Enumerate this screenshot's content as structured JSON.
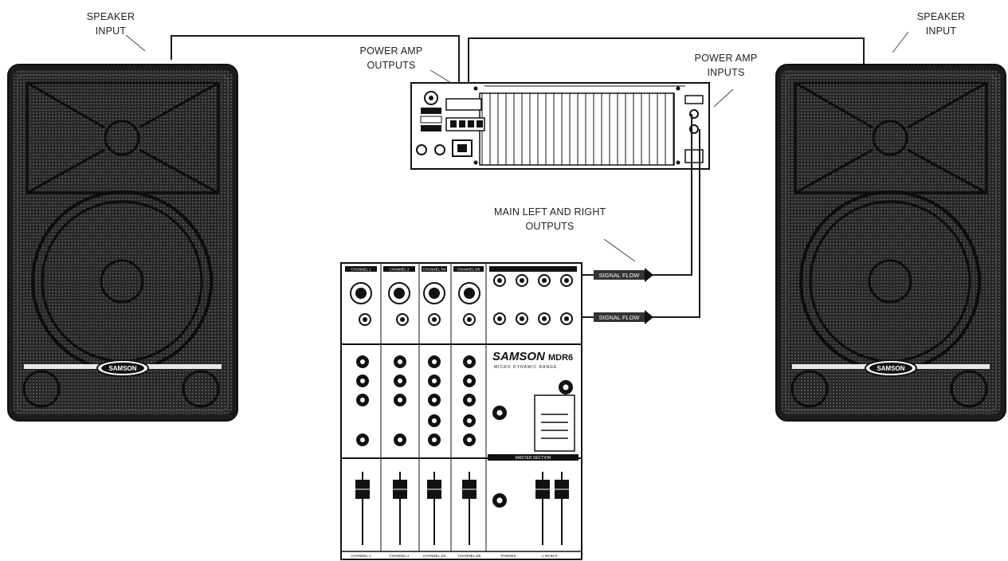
{
  "labels": {
    "speaker_input_left": [
      "SPEAKER",
      "INPUT"
    ],
    "speaker_input_right": [
      "SPEAKER",
      "INPUT"
    ],
    "power_amp_outputs": [
      "POWER AMP",
      "OUTPUTS"
    ],
    "power_amp_inputs": [
      "POWER AMP",
      "INPUTS"
    ],
    "main_outputs": [
      "MAIN LEFT AND RIGHT",
      "OUTPUTS"
    ]
  },
  "signal_flow": [
    "SIGNAL FLOW",
    "SIGNAL FLOW"
  ],
  "speaker_brand": "SAMSON",
  "mixer": {
    "brand": "SAMSON",
    "model": "MDR6",
    "subtitle": "MICRO DYNAMIC RANGE",
    "master_header": "MASTER SECTION",
    "channel_headers": [
      "CHANNEL 1",
      "CHANNEL 2",
      "CHANNEL 3/4",
      "CHANNEL 5/6"
    ],
    "bottom_labels": [
      "CHANNEL 1",
      "CHANNEL 2",
      "CHANNEL 3/4",
      "CHANNEL 5/6",
      "PHONES",
      "L MAIN R"
    ]
  },
  "colors": {
    "line": "#1a1a1a",
    "cabinet": "#1c1c1c",
    "grille": "#2b2b2b",
    "arrow_bg": "#333333"
  }
}
